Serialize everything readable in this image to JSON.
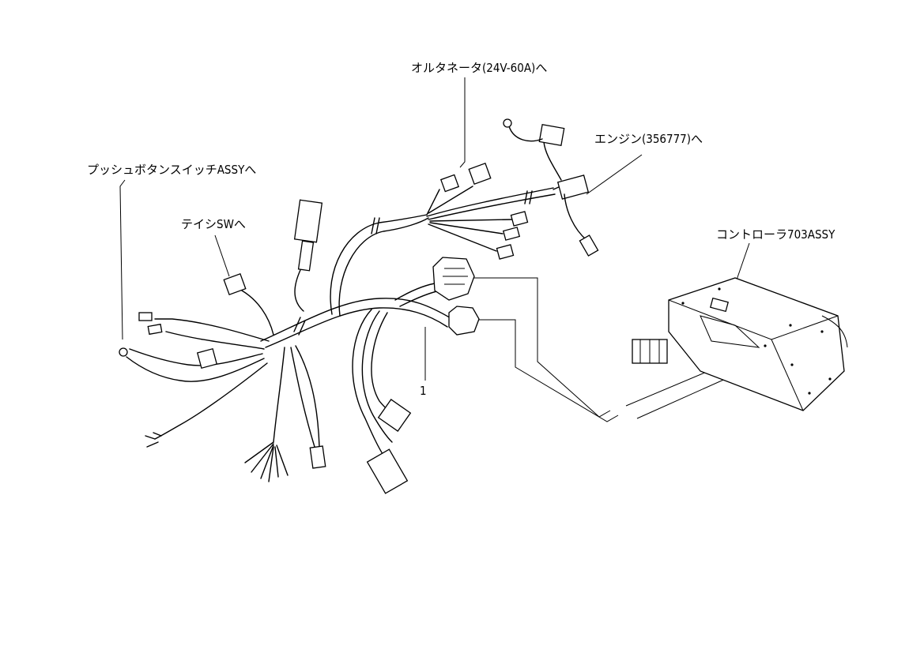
{
  "labels": {
    "alternator": "オルタネータ(24V-60A)へ",
    "engine": "エンジン(356777)へ",
    "push_button": "プッシュボタンスイッチASSYへ",
    "teishi_sw": "テイシSWへ",
    "controller": "コントローラ703ASSY",
    "part_number": "1"
  }
}
